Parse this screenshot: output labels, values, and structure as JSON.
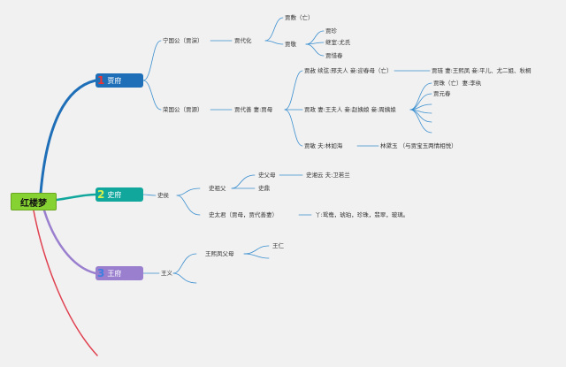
{
  "root": "红楼梦",
  "branches": [
    {
      "num": "1",
      "label": "贾府"
    },
    {
      "num": "2",
      "label": "史府"
    },
    {
      "num": "3",
      "label": "王府"
    }
  ],
  "jia": {
    "ningguo": "宁国公（贾演）",
    "jia_daihua": "贾代化",
    "jia_fu": "贾敷（亡）",
    "jia_jing": "贾敬",
    "jia_zhen": "贾珍",
    "jia_zhen_wife": "继室:尤氏",
    "jia_xichun": "贾惜春",
    "rongguo": "荣国公（贾源）",
    "jia_daishan": "贾代善 妻:贾母",
    "jia_she": "贾赦 续弦:邢夫人 妾:迎春母（亡）",
    "jia_lian": "贾琏 妻:王熙凤 妾:平儿、尤二姐、秋桐",
    "jia_zheng": "贾政 妻:王夫人 妾:赵姨娘 妾:周姨娘",
    "jia_zhu": "贾珠（亡）妻:李纨",
    "jia_yuanchun": "贾元春",
    "jia_min": "贾敏 夫:林如海",
    "lin_daiyu": "林黛玉 （与贾宝玉两情相悦）"
  },
  "shi": {
    "shi_hou": "史侯",
    "shi_zufu": "史祖父",
    "shi_fumu": "史父母",
    "shi_xiangyun": "史湘云 夫:卫若兰",
    "shi_ding": "史鼎",
    "shi_taijun": "史太君（贾母，贾代善妻）",
    "maids": "丫:鸳鸯，琥珀，珍珠，翡翠，玻璃。"
  },
  "wang": {
    "wang_yi": "王义",
    "wang_xifeng_parents": "王熙凤父母",
    "wang_ren": "王仁"
  },
  "colors": {
    "background": "#f1f1f1",
    "branch1": "#1f6fb8",
    "branch2": "#11a79d",
    "branch3": "#9a7fcf",
    "root": "#86d232",
    "connector": "#3a8fd0"
  }
}
